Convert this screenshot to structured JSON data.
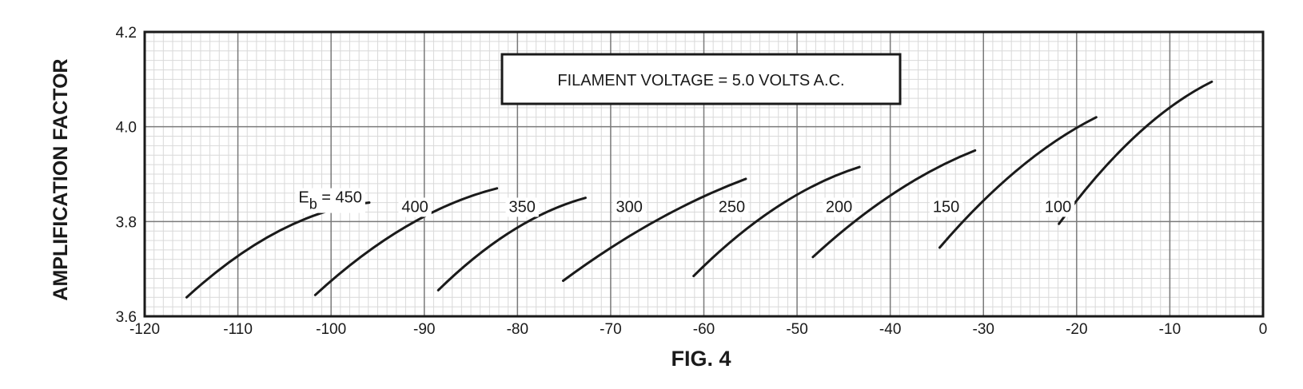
{
  "chart_data": {
    "type": "line",
    "title": "FIG. 4",
    "ylabel": "AMPLIFICATION FACTOR",
    "xlabel": "",
    "xlim": [
      -120,
      0
    ],
    "ylim": [
      3.6,
      4.2
    ],
    "xticks": [
      "-120",
      "-110",
      "-100",
      "-90",
      "-80",
      "-70",
      "-60",
      "-50",
      "-40",
      "-30",
      "-20",
      "-10",
      "0"
    ],
    "yticks": [
      "3.6",
      "3.8",
      "4.0",
      "4.2"
    ],
    "grid": true,
    "annotation": "FILAMENT VOLTAGE = 5.0 VOLTS A.C.",
    "series_label_prefix": "E",
    "series_label_subscript": "b",
    "series_label_sep": " = ",
    "series": [
      {
        "label": "450",
        "x": [
          -115.5,
          -105.6,
          -95.9
        ],
        "y": [
          3.64,
          3.78,
          3.84
        ]
      },
      {
        "label": "400",
        "x": [
          -101.7,
          -91.9,
          -82.2
        ],
        "y": [
          3.645,
          3.79,
          3.87
        ]
      },
      {
        "label": "350",
        "x": [
          -88.5,
          -80.6,
          -72.7
        ],
        "y": [
          3.655,
          3.78,
          3.85
        ]
      },
      {
        "label": "300",
        "x": [
          -75.1,
          -65.3,
          -55.5
        ],
        "y": [
          3.675,
          3.8,
          3.89
        ]
      },
      {
        "label": "250",
        "x": [
          -61.1,
          -52.2,
          -43.3
        ],
        "y": [
          3.685,
          3.83,
          3.915
        ]
      },
      {
        "label": "200",
        "x": [
          -48.3,
          -39.6,
          -30.9
        ],
        "y": [
          3.725,
          3.86,
          3.95
        ]
      },
      {
        "label": "150",
        "x": [
          -34.7,
          -26.3,
          -17.9
        ],
        "y": [
          3.745,
          3.91,
          4.02
        ]
      },
      {
        "label": "100",
        "x": [
          -21.9,
          -13.7,
          -5.5
        ],
        "y": [
          3.795,
          3.98,
          4.095
        ]
      }
    ],
    "label_points": [
      {
        "x": -103.5,
        "y": 3.84
      },
      {
        "x": -91.0,
        "y": 3.82
      },
      {
        "x": -79.5,
        "y": 3.82
      },
      {
        "x": -68.0,
        "y": 3.82
      },
      {
        "x": -57.0,
        "y": 3.82
      },
      {
        "x": -45.5,
        "y": 3.82
      },
      {
        "x": -34.0,
        "y": 3.82
      },
      {
        "x": -22.0,
        "y": 3.82
      }
    ]
  }
}
